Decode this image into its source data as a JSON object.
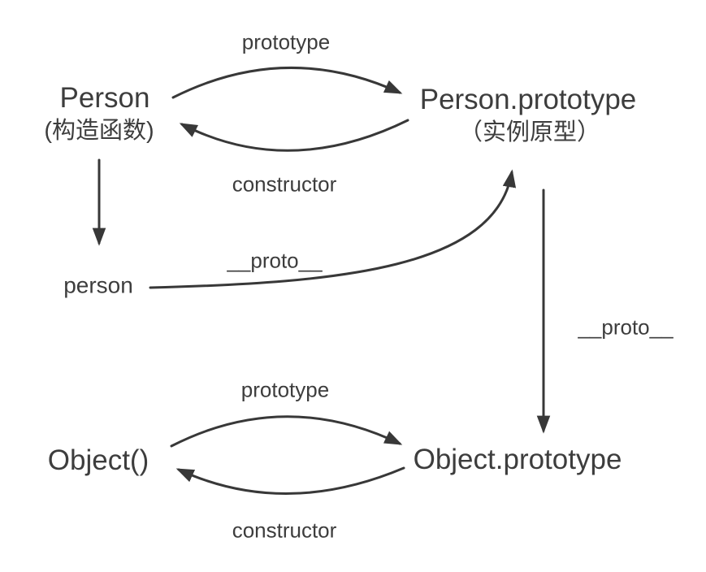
{
  "diagram": {
    "type": "javascript-prototype-chain",
    "nodes": [
      {
        "id": "person-constructor",
        "label": "Person",
        "sublabel": "(构造函数)"
      },
      {
        "id": "person-prototype",
        "label": "Person.prototype",
        "sublabel": "（实例原型）"
      },
      {
        "id": "person-instance",
        "label": "person"
      },
      {
        "id": "object-constructor",
        "label": "Object()"
      },
      {
        "id": "object-prototype",
        "label": "Object.prototype"
      }
    ],
    "edges": [
      {
        "from": "Person",
        "to": "Person.prototype",
        "label": "prototype"
      },
      {
        "from": "Person.prototype",
        "to": "Person",
        "label": "constructor"
      },
      {
        "from": "Person",
        "to": "person",
        "label": ""
      },
      {
        "from": "person",
        "to": "Person.prototype",
        "label": "__proto__"
      },
      {
        "from": "Person.prototype",
        "to": "Object.prototype",
        "label": "__proto__"
      },
      {
        "from": "Object()",
        "to": "Object.prototype",
        "label": "prototype"
      },
      {
        "from": "Object.prototype",
        "to": "Object()",
        "label": "constructor"
      }
    ],
    "colors": {
      "line": "#383838",
      "text": "#3d3d3d",
      "background": "#ffffff"
    }
  }
}
